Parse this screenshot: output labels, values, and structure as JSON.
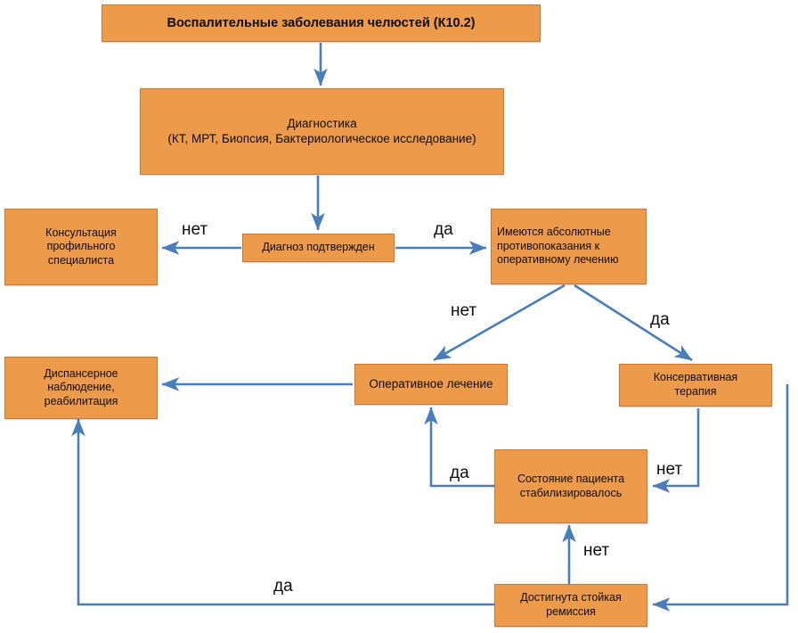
{
  "diagram": {
    "type": "flowchart",
    "title": "Воспалительные заболевания челюстей (К10.2)",
    "theme": {
      "node_fill": "#ED9A4B",
      "node_border": "#C87A2E",
      "connector": "#4A7EBB",
      "text": "#0d0d0d",
      "background": "#ffffff"
    },
    "nodes": [
      {
        "id": "disease",
        "label": "Воспалительные заболевания челюстей (К10.2)"
      },
      {
        "id": "diagnostics",
        "line1": "Диагностика",
        "line2": "(КТ, МРТ, Биопсия, Бактериологическое исследование)"
      },
      {
        "id": "consult",
        "line1": "Консультация",
        "line2": "профильного",
        "line3": "специалиста"
      },
      {
        "id": "confirmed",
        "label": "Диагноз подтвержден"
      },
      {
        "id": "contraind",
        "line1": "Имеются абсолютные",
        "line2": "противопоказания к",
        "line3": "оперативному лечению"
      },
      {
        "id": "followup",
        "line1": "Диспансерное",
        "line2": "наблюдение,",
        "line3": "реабилитация"
      },
      {
        "id": "operative",
        "label": "Оперативное лечение"
      },
      {
        "id": "conservative",
        "line1": "Консервативная",
        "line2": "терапия"
      },
      {
        "id": "stabilized",
        "line1": "Состояние пациента",
        "line2": "стабилизировалось"
      },
      {
        "id": "remission",
        "line1": "Достигнута стойкая",
        "line2": "ремиссия"
      }
    ],
    "edge_labels": {
      "confirmed_no": "нет",
      "confirmed_yes": "да",
      "contraind_no": "нет",
      "contraind_yes": "да",
      "stabilized_yes": "да",
      "stabilized_no": "нет",
      "remission_no": "нет",
      "remission_yes": "да"
    }
  }
}
